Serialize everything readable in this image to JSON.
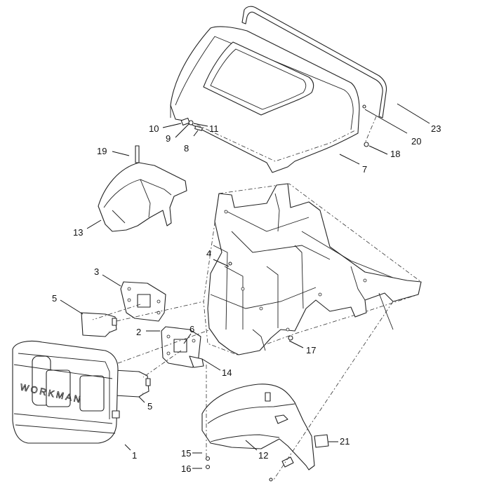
{
  "diagram": {
    "brand_text": "WORKMAN",
    "callouts": [
      {
        "id": "c1",
        "label": "1"
      },
      {
        "id": "c2",
        "label": "2"
      },
      {
        "id": "c3",
        "label": "3"
      },
      {
        "id": "c4",
        "label": "4"
      },
      {
        "id": "c5a",
        "label": "5"
      },
      {
        "id": "c5b",
        "label": "5"
      },
      {
        "id": "c6",
        "label": "6"
      },
      {
        "id": "c7",
        "label": "7"
      },
      {
        "id": "c8",
        "label": "8"
      },
      {
        "id": "c9",
        "label": "9"
      },
      {
        "id": "c10",
        "label": "10"
      },
      {
        "id": "c11",
        "label": "11"
      },
      {
        "id": "c12",
        "label": "12"
      },
      {
        "id": "c13",
        "label": "13"
      },
      {
        "id": "c14",
        "label": "14"
      },
      {
        "id": "c15",
        "label": "15"
      },
      {
        "id": "c16",
        "label": "16"
      },
      {
        "id": "c17",
        "label": "17"
      },
      {
        "id": "c18",
        "label": "18"
      },
      {
        "id": "c19",
        "label": "19"
      },
      {
        "id": "c20",
        "label": "20"
      },
      {
        "id": "c21",
        "label": "21"
      },
      {
        "id": "c23",
        "label": "23"
      }
    ]
  }
}
